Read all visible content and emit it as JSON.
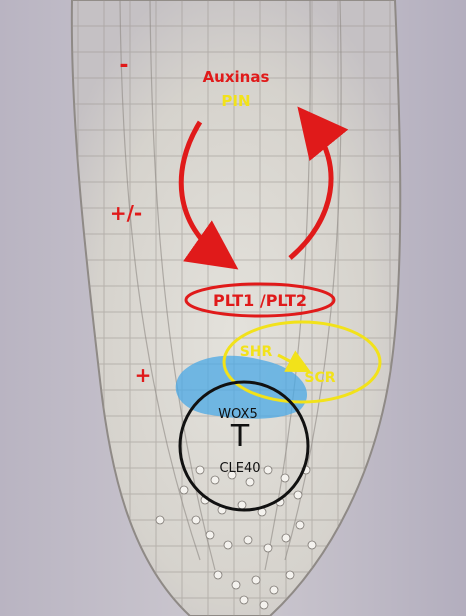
{
  "labels": {
    "auxin": "Auxinas",
    "pin": "PIN",
    "minus": "-",
    "plus_minus": "+/-",
    "plus": "+",
    "plt": "PLT1 /PLT2",
    "shr": "SHR",
    "scr": "SCR",
    "wox5": "WOX5",
    "inhibit": "T",
    "cle40": "CLE40"
  },
  "colors": {
    "red": "#e01a1a",
    "yellow": "#f2e21a",
    "black": "#111111",
    "blue": "#4aa8e6",
    "background": "#c7c3cc",
    "root_tissue": "#dcdad4"
  }
}
